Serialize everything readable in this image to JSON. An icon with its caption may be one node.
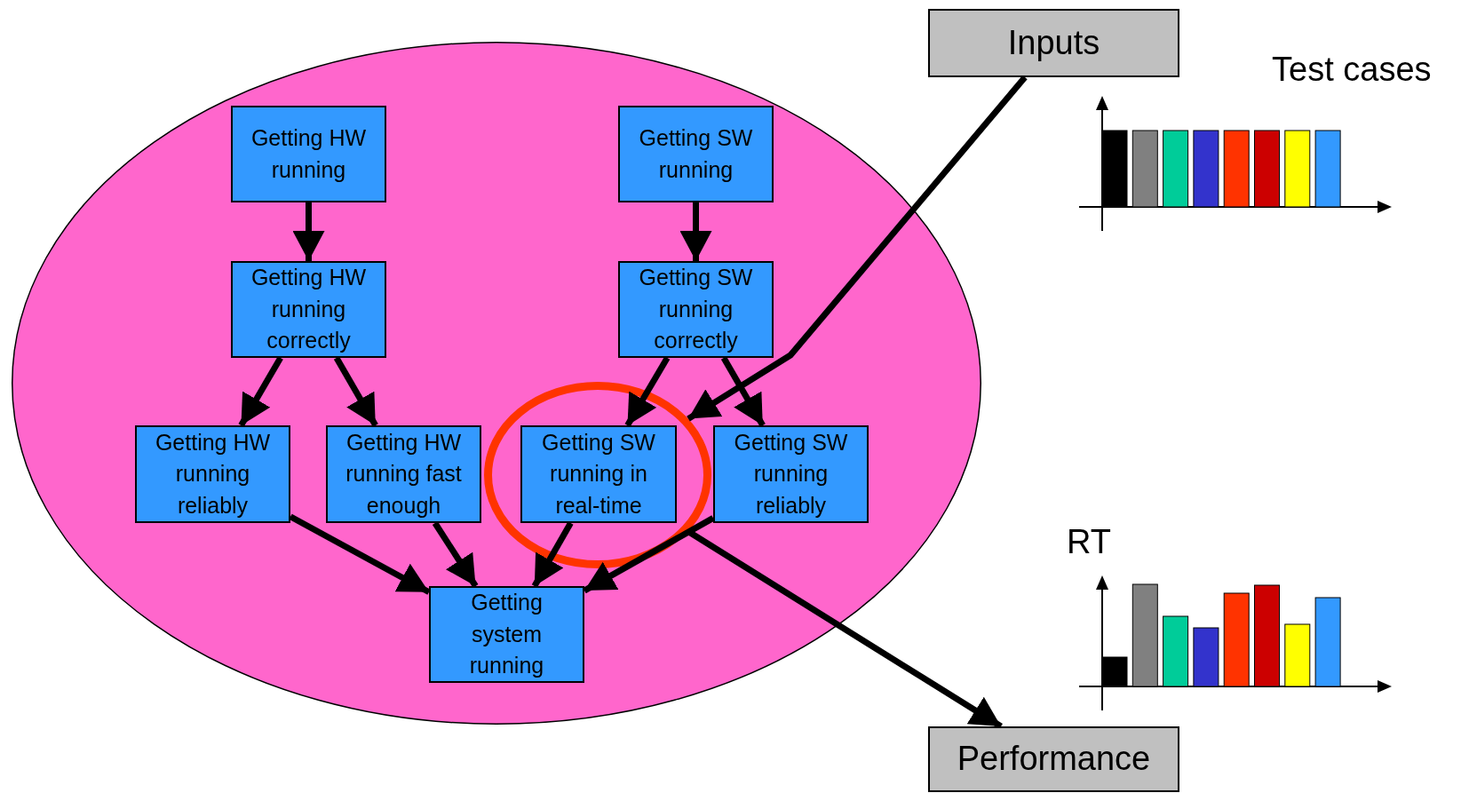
{
  "diagram": {
    "nodes": [
      {
        "text": [],
        "shape": "ellipse"
      },
      {
        "text": [
          "Getting HW running"
        ],
        "in": 0
      },
      {
        "text": [
          "Getting SW running"
        ],
        "in": 0
      },
      {
        "text": [
          "Getting HW running correctly"
        ],
        "in": 0
      },
      {
        "text": [
          "Getting SW running correctly"
        ],
        "in": 0
      },
      {
        "text": [
          "Getting HW running reliably"
        ],
        "in": 0
      },
      {
        "text": [
          "Getting HW running fast enough"
        ],
        "in": 0
      },
      {
        "text": [
          "Getting SW running in real-time"
        ],
        "in": 12
      },
      {
        "text": [
          "Getting SW running reliably"
        ],
        "in": 0
      },
      {
        "text": [
          "Getting system running"
        ],
        "in": 0
      },
      {
        "text": [
          "Inputs"
        ]
      },
      {
        "text": [
          "Performance"
        ]
      },
      {
        "text": [],
        "shape": "ellipse",
        "in": 0
      }
    ],
    "edges": [
      {
        "from": 1,
        "to": 3,
        "arrow": "to"
      },
      {
        "from": 2,
        "to": 4,
        "arrow": "to"
      },
      {
        "from": 3,
        "to": 5,
        "arrow": "to"
      },
      {
        "from": 3,
        "to": 6,
        "arrow": "to"
      },
      {
        "from": 4,
        "to": 7,
        "arrow": "to"
      },
      {
        "from": 4,
        "to": 8,
        "arrow": "to"
      },
      {
        "from": 5,
        "to": 9,
        "arrow": "to"
      },
      {
        "from": 6,
        "to": 9,
        "arrow": "to"
      },
      {
        "from": 7,
        "to": 9,
        "arrow": "to"
      },
      {
        "from": 8,
        "to": 9,
        "arrow": "to"
      },
      {
        "from": 10,
        "to": 12,
        "arrow": "to"
      },
      {
        "from": 12,
        "to": 11,
        "arrow": "to"
      }
    ],
    "labels": [
      "Test cases",
      "RT"
    ]
  }
}
